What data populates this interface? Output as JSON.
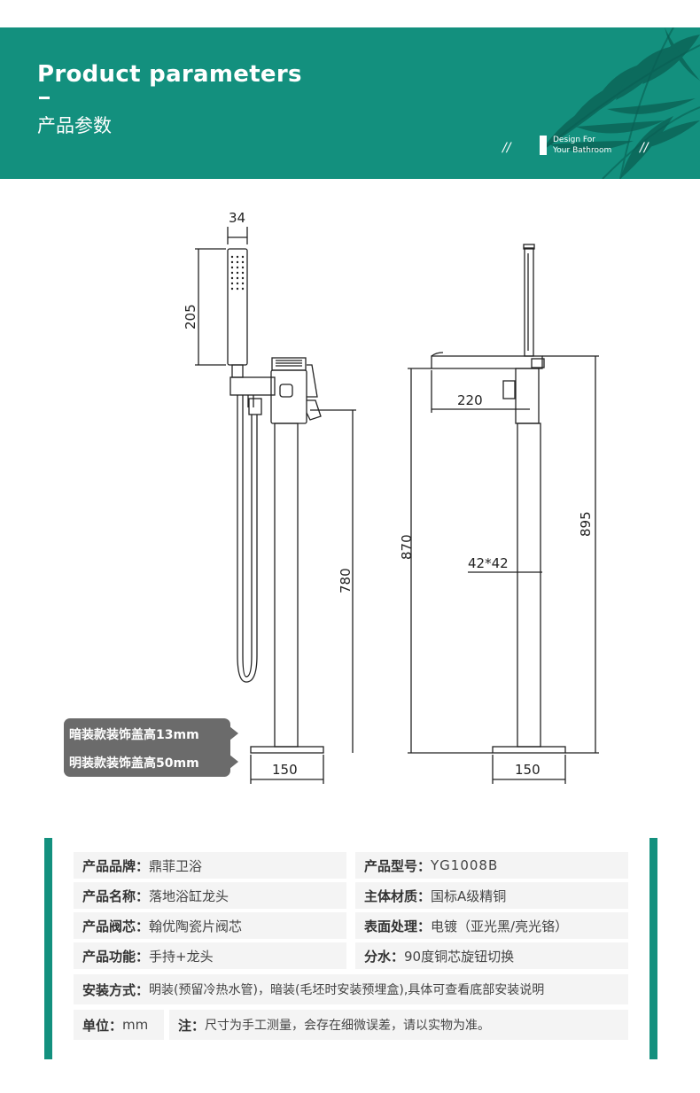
{
  "banner": {
    "title": "Product parameters",
    "subtitle": "产品参数",
    "tag_line1": "Design For",
    "tag_line2": "Your Bathroom",
    "slash": "//"
  },
  "dimensions": {
    "handshower_width": "34",
    "handshower_length": "205",
    "left_height": "780",
    "left_base": "150",
    "right_spout": "220",
    "right_height_870": "870",
    "right_height_895": "895",
    "right_column": "42*42",
    "right_base": "150"
  },
  "note": {
    "line1": "暗装款装饰盖高13mm",
    "line2": "明装款装饰盖高50mm"
  },
  "specs": {
    "brand_key": "产品品牌：",
    "brand_val": "鼎菲卫浴",
    "model_key": "产品型号：",
    "model_val": "YG1008B",
    "name_key": "产品名称：",
    "name_val": "落地浴缸龙头",
    "material_key": "主体材质：",
    "material_val": "国标A级精铜",
    "valve_key": "产品阀芯：",
    "valve_val": "翰优陶瓷片阀芯",
    "surface_key": "表面处理：",
    "surface_val": "电镀（亚光黑/亮光铬）",
    "function_key": "产品功能：",
    "function_val": "手持+龙头",
    "split_key": "分水：",
    "split_val": "90度铜芯旋钮切换",
    "install_key": "安装方式：",
    "install_val": "明装(预留冷热水管)，暗装(毛坯时安装预埋盒),具体可查看底部安装说明",
    "unit_key": "单位：",
    "unit_val": "mm",
    "note_key": "注：",
    "note_val": "尺寸为手工测量，会存在细微误差，请以实物为准。"
  },
  "colors": {
    "brand_green": "#13907e",
    "note_gray": "#6b6b6b",
    "cell_bg": "#f4f4f4"
  }
}
